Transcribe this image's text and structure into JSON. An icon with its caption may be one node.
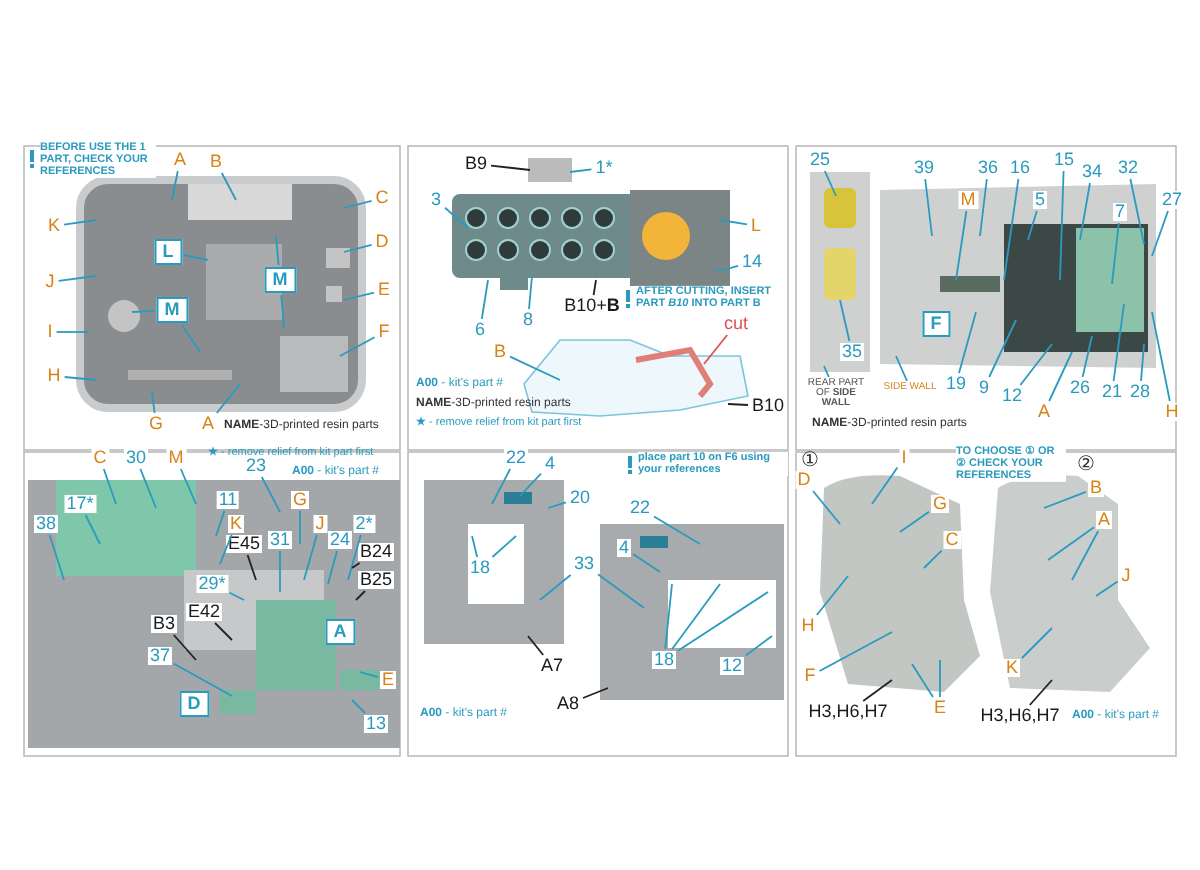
{
  "diagram": {
    "nodes": [
      {
        "text": [],
        "shape": "picture"
      },
      {
        "text": [
          "A"
        ]
      },
      {
        "text": [
          "B"
        ]
      },
      {
        "text": [
          "C"
        ]
      },
      {
        "text": [
          "K"
        ]
      },
      {
        "text": [
          "D"
        ]
      },
      {
        "text": [
          "J"
        ]
      },
      {
        "text": [
          "L"
        ],
        "in": 0
      },
      {
        "text": [
          "M"
        ],
        "in": 0
      },
      {
        "text": [
          "E"
        ]
      },
      {
        "text": [
          "M"
        ],
        "in": 0
      },
      {
        "text": [
          "I"
        ]
      },
      {
        "text": [
          "F"
        ]
      },
      {
        "text": [
          "H"
        ]
      },
      {
        "text": [
          "G"
        ]
      },
      {
        "text": [
          "A"
        ]
      },
      {
        "text": [],
        "shape": "box"
      },
      {
        "text": [],
        "shape": "picture"
      },
      {
        "text": [
          "B9"
        ]
      },
      {
        "text": [
          "1*"
        ]
      },
      {
        "text": [
          "3"
        ]
      },
      {
        "text": [
          "L"
        ]
      },
      {
        "text": [
          "14"
        ]
      },
      {
        "text": [
          "B10+**B**"
        ]
      },
      {
        "text": [
          "8"
        ]
      },
      {
        "text": [
          "6"
        ]
      },
      {
        "text": [],
        "shape": "picture"
      },
      {
        "text": [
          "B"
        ]
      },
      {
        "text": [
          "cut"
        ]
      },
      {
        "text": [
          "B10"
        ]
      },
      {
        "text": [],
        "shape": "picture"
      },
      {
        "text": [
          "25"
        ]
      },
      {
        "text": [
          "35"
        ],
        "in": 30
      },
      {
        "text": [
          "REAR PART OF **SIDE WALL**"
        ]
      },
      {
        "text": [],
        "shape": "picture"
      },
      {
        "text": [
          "39"
        ]
      },
      {
        "text": [
          "36"
        ]
      },
      {
        "text": [
          "M"
        ],
        "in": 34
      },
      {
        "text": [
          "16"
        ]
      },
      {
        "text": [
          "15"
        ]
      },
      {
        "text": [
          "5"
        ],
        "in": 34
      },
      {
        "text": [
          "34"
        ]
      },
      {
        "text": [
          "32"
        ]
      },
      {
        "text": [
          "7"
        ],
        "in": 34
      },
      {
        "text": [
          "27"
        ]
      },
      {
        "text": [
          "F"
        ],
        "in": 34
      },
      {
        "text": [
          "SIDE WALL"
        ]
      },
      {
        "text": [
          "19"
        ]
      },
      {
        "text": [
          "9"
        ]
      },
      {
        "text": [
          "12"
        ]
      },
      {
        "text": [
          "A"
        ]
      },
      {
        "text": [
          "26"
        ]
      },
      {
        "text": [
          "21"
        ]
      },
      {
        "text": [
          "28"
        ]
      },
      {
        "text": [
          "H"
        ]
      },
      {
        "text": [],
        "shape": "picture"
      },
      {
        "text": [
          "C"
        ]
      },
      {
        "text": [
          "30"
        ]
      },
      {
        "text": [
          "M"
        ]
      },
      {
        "text": [
          "23"
        ]
      },
      {
        "text": [
          "11"
        ],
        "in": 55
      },
      {
        "text": [
          "K"
        ],
        "in": 55
      },
      {
        "text": [
          "G"
        ],
        "in": 55
      },
      {
        "text": [
          "17*"
        ],
        "in": 55
      },
      {
        "text": [
          "38"
        ],
        "in": 55
      },
      {
        "text": [
          "J"
        ],
        "in": 55
      },
      {
        "text": [
          "24"
        ],
        "in": 55
      },
      {
        "text": [
          "2*"
        ],
        "in": 55
      },
      {
        "text": [
          "B24"
        ],
        "in": 55
      },
      {
        "text": [
          "B25"
        ],
        "in": 55
      },
      {
        "text": [
          "E45"
        ],
        "in": 55
      },
      {
        "text": [
          "31"
        ],
        "in": 55
      },
      {
        "text": [
          "29*"
        ],
        "in": 55
      },
      {
        "text": [
          "E42"
        ],
        "in": 55
      },
      {
        "text": [
          "B3"
        ],
        "in": 55
      },
      {
        "text": [
          "37"
        ],
        "in": 55
      },
      {
        "text": [
          "A"
        ],
        "in": 55
      },
      {
        "text": [
          "E"
        ],
        "in": 55
      },
      {
        "text": [
          "D"
        ],
        "in": 55
      },
      {
        "text": [
          "13"
        ],
        "in": 55
      },
      {
        "text": [],
        "shape": "picture"
      },
      {
        "text": [
          "22"
        ]
      },
      {
        "text": [
          "4"
        ]
      },
      {
        "text": [
          "20"
        ]
      },
      {
        "text": [
          "18"
        ],
        "in": 80
      },
      {
        "text": [
          "A7"
        ]
      },
      {
        "text": [],
        "shape": "picture"
      },
      {
        "text": [
          "22"
        ]
      },
      {
        "text": [
          "4"
        ],
        "in": 86
      },
      {
        "text": [
          "33"
        ]
      },
      {
        "text": [
          "18"
        ],
        "in": 86
      },
      {
        "text": [
          "12"
        ],
        "in": 86
      },
      {
        "text": [
          "A8"
        ]
      },
      {
        "text": [],
        "shape": "picture"
      },
      {
        "text": [
          "D"
        ]
      },
      {
        "text": [
          "I"
        ]
      },
      {
        "text": [
          "G"
        ],
        "in": 93
      },
      {
        "text": [
          "C"
        ],
        "in": 93
      },
      {
        "text": [
          "H"
        ]
      },
      {
        "text": [
          "F"
        ]
      },
      {
        "text": [
          "E"
        ]
      },
      {
        "text": [
          "H3,H6,H7"
        ]
      },
      {
        "text": [],
        "shape": "picture"
      },
      {
        "text": [
          "B"
        ],
        "in": 102
      },
      {
        "text": [
          "A"
        ],
        "in": 102
      },
      {
        "text": [
          "J"
        ],
        "in": 102
      },
      {
        "text": [
          "K"
        ],
        "in": 102
      },
      {
        "text": [
          "H3,H6,H7"
        ]
      }
    ],
    "edges": [
      {
        "from": 1,
        "to": 0,
        "arrow": "none"
      },
      {
        "from": 2,
        "to": 0,
        "arrow": "none"
      },
      {
        "from": 3,
        "to": 0,
        "arrow": "none"
      },
      {
        "from": 4,
        "to": 0,
        "arrow": "none"
      },
      {
        "from": 5,
        "to": 0,
        "arrow": "none"
      },
      {
        "from": 6,
        "to": 0,
        "arrow": "none"
      },
      {
        "from": 7,
        "to": 0,
        "arrow": "none"
      },
      {
        "from": 8,
        "to": 0,
        "arrow": "none"
      },
      {
        "from": 8,
        "to": 0,
        "arrow": "none"
      },
      {
        "from": 9,
        "to": 0,
        "arrow": "none"
      },
      {
        "from": 10,
        "to": 0,
        "arrow": "none"
      },
      {
        "from": 10,
        "to": 0,
        "arrow": "none"
      },
      {
        "from": 11,
        "to": 0,
        "arrow": "none"
      },
      {
        "from": 12,
        "to": 0,
        "arrow": "none"
      },
      {
        "from": 13,
        "to": 0,
        "arrow": "none"
      },
      {
        "from": 14,
        "to": 0,
        "arrow": "none"
      },
      {
        "from": 15,
        "to": 0,
        "arrow": "none"
      },
      {
        "from": 18,
        "to": 16,
        "arrow": "none",
        "color": "#222222"
      },
      {
        "from": 19,
        "to": 16,
        "arrow": "none"
      },
      {
        "from": 20,
        "to": 17,
        "arrow": "none"
      },
      {
        "from": 21,
        "to": 17,
        "arrow": "none"
      },
      {
        "from": 22,
        "to": 17,
        "arrow": "none"
      },
      {
        "from": 23,
        "to": 17,
        "arrow": "none",
        "color": "#222222"
      },
      {
        "from": 24,
        "to": 17,
        "arrow": "none"
      },
      {
        "from": 25,
        "to": 17,
        "arrow": "none"
      },
      {
        "from": 27,
        "to": 26,
        "arrow": "none"
      },
      {
        "from": 28,
        "to": 26,
        "arrow": "none",
        "color": "#d9534f"
      },
      {
        "from": 29,
        "to": 26,
        "arrow": "none",
        "color": "#222222"
      },
      {
        "from": 31,
        "to": 30,
        "arrow": "none"
      },
      {
        "from": 32,
        "to": 30,
        "arrow": "none"
      },
      {
        "from": 33,
        "to": 30,
        "arrow": "none"
      },
      {
        "from": 35,
        "to": 34,
        "arrow": "none"
      },
      {
        "from": 36,
        "to": 34,
        "arrow": "none"
      },
      {
        "from": 37,
        "to": 34,
        "arrow": "none"
      },
      {
        "from": 38,
        "to": 34,
        "arrow": "none"
      },
      {
        "from": 39,
        "to": 34,
        "arrow": "none"
      },
      {
        "from": 40,
        "to": 34,
        "arrow": "none"
      },
      {
        "from": 41,
        "to": 34,
        "arrow": "none"
      },
      {
        "from": 42,
        "to": 34,
        "arrow": "none"
      },
      {
        "from": 43,
        "to": 34,
        "arrow": "none"
      },
      {
        "from": 44,
        "to": 34,
        "arrow": "none"
      },
      {
        "from": 46,
        "to": 34,
        "arrow": "none"
      },
      {
        "from": 47,
        "to": 34,
        "arrow": "none"
      },
      {
        "from": 48,
        "to": 34,
        "arrow": "none"
      },
      {
        "from": 49,
        "to": 34,
        "arrow": "none"
      },
      {
        "from": 50,
        "to": 34,
        "arrow": "none"
      },
      {
        "from": 51,
        "to": 34,
        "arrow": "none"
      },
      {
        "from": 52,
        "to": 34,
        "arrow": "none"
      },
      {
        "from": 53,
        "to": 34,
        "arrow": "none"
      },
      {
        "from": 54,
        "to": 34,
        "arrow": "none"
      },
      {
        "from": 56,
        "to": 55,
        "arrow": "none"
      },
      {
        "from": 57,
        "to": 55,
        "arrow": "none"
      },
      {
        "from": 58,
        "to": 55,
        "arrow": "none"
      },
      {
        "from": 59,
        "to": 55,
        "arrow": "none"
      },
      {
        "from": 60,
        "to": 55,
        "arrow": "none"
      },
      {
        "from": 61,
        "to": 55,
        "arrow": "none"
      },
      {
        "from": 62,
        "to": 55,
        "arrow": "none"
      },
      {
        "from": 63,
        "to": 55,
        "arrow": "none"
      },
      {
        "from": 64,
        "to": 55,
        "arrow": "none"
      },
      {
        "from": 65,
        "to": 55,
        "arrow": "none"
      },
      {
        "from": 66,
        "to": 55,
        "arrow": "none"
      },
      {
        "from": 67,
        "to": 55,
        "arrow": "none"
      },
      {
        "from": 68,
        "to": 55,
        "arrow": "none",
        "color": "#222222"
      },
      {
        "from": 69,
        "to": 55,
        "arrow": "none",
        "color": "#222222"
      },
      {
        "from": 70,
        "to": 55,
        "arrow": "none",
        "color": "#222222"
      },
      {
        "from": 71,
        "to": 55,
        "arrow": "none"
      },
      {
        "from": 72,
        "to": 55,
        "arrow": "none"
      },
      {
        "from": 73,
        "to": 55,
        "arrow": "none",
        "color": "#222222"
      },
      {
        "from": 74,
        "to": 55,
        "arrow": "none",
        "color": "#222222"
      },
      {
        "from": 75,
        "to": 55,
        "arrow": "none"
      },
      {
        "from": 77,
        "to": 55,
        "arrow": "none"
      },
      {
        "from": 79,
        "to": 55,
        "arrow": "none"
      },
      {
        "from": 81,
        "to": 80,
        "arrow": "none"
      },
      {
        "from": 82,
        "to": 80,
        "arrow": "none"
      },
      {
        "from": 83,
        "to": 80,
        "arrow": "none"
      },
      {
        "from": 84,
        "to": 80,
        "arrow": "none"
      },
      {
        "from": 84,
        "to": 80,
        "arrow": "none"
      },
      {
        "from": 85,
        "to": 80,
        "arrow": "none",
        "color": "#222222"
      },
      {
        "from": 87,
        "to": 86,
        "arrow": "none"
      },
      {
        "from": 88,
        "to": 86,
        "arrow": "none"
      },
      {
        "from": 89,
        "to": 80,
        "arrow": "none"
      },
      {
        "from": 89,
        "to": 86,
        "arrow": "none"
      },
      {
        "from": 90,
        "to": 86,
        "arrow": "none"
      },
      {
        "from": 90,
        "to": 86,
        "arrow": "none"
      },
      {
        "from": 90,
        "to": 86,
        "arrow": "none"
      },
      {
        "from": 91,
        "to": 86,
        "arrow": "none"
      },
      {
        "from": 92,
        "to": 86,
        "arrow": "none",
        "color": "#222222"
      },
      {
        "from": 94,
        "to": 93,
        "arrow": "none"
      },
      {
        "from": 95,
        "to": 93,
        "arrow": "none"
      },
      {
        "from": 96,
        "to": 93,
        "arrow": "none"
      },
      {
        "from": 97,
        "to": 93,
        "arrow": "none"
      },
      {
        "from": 98,
        "to": 93,
        "arrow": "none"
      },
      {
        "from": 99,
        "to": 93,
        "arrow": "none"
      },
      {
        "from": 100,
        "to": 93,
        "arrow": "none"
      },
      {
        "from": 100,
        "to": 93,
        "arrow": "none"
      },
      {
        "from": 101,
        "to": 93,
        "arrow": "none",
        "color": "#222222"
      },
      {
        "from": 103,
        "to": 102,
        "arrow": "none"
      },
      {
        "from": 104,
        "to": 102,
        "arrow": "none"
      },
      {
        "from": 104,
        "to": 102,
        "arrow": "none"
      },
      {
        "from": 105,
        "to": 102,
        "arrow": "none"
      },
      {
        "from": 106,
        "to": 102,
        "arrow": "none"
      },
      {
        "from": 107,
        "to": 102,
        "arrow": "none",
        "color": "#222222"
      }
    ],
    "labels": [
      "BEFORE USE THE 1 PART, CHECK YOUR REFERENCES",
      "**NAME**-3D-printed resin parts",
      "AFTER CUTTING, INSERT PART *B10* INTO PART **B**",
      "**A00** - kit's part #",
      "**NAME**-3D-printed resin parts",
      "**★** - remove relief from kit part first",
      "**NAME**-3D-printed resin parts",
      "**★** - remove relief from kit part first",
      "**A00** - kit's part #",
      "place part 10 on **F6** using your references",
      "**A00** - kit's part #",
      "①",
      "TO CHOOSE ① OR ② CHECK YOUR REFERENCES",
      "②",
      "**A00** - kit's part #"
    ]
  }
}
